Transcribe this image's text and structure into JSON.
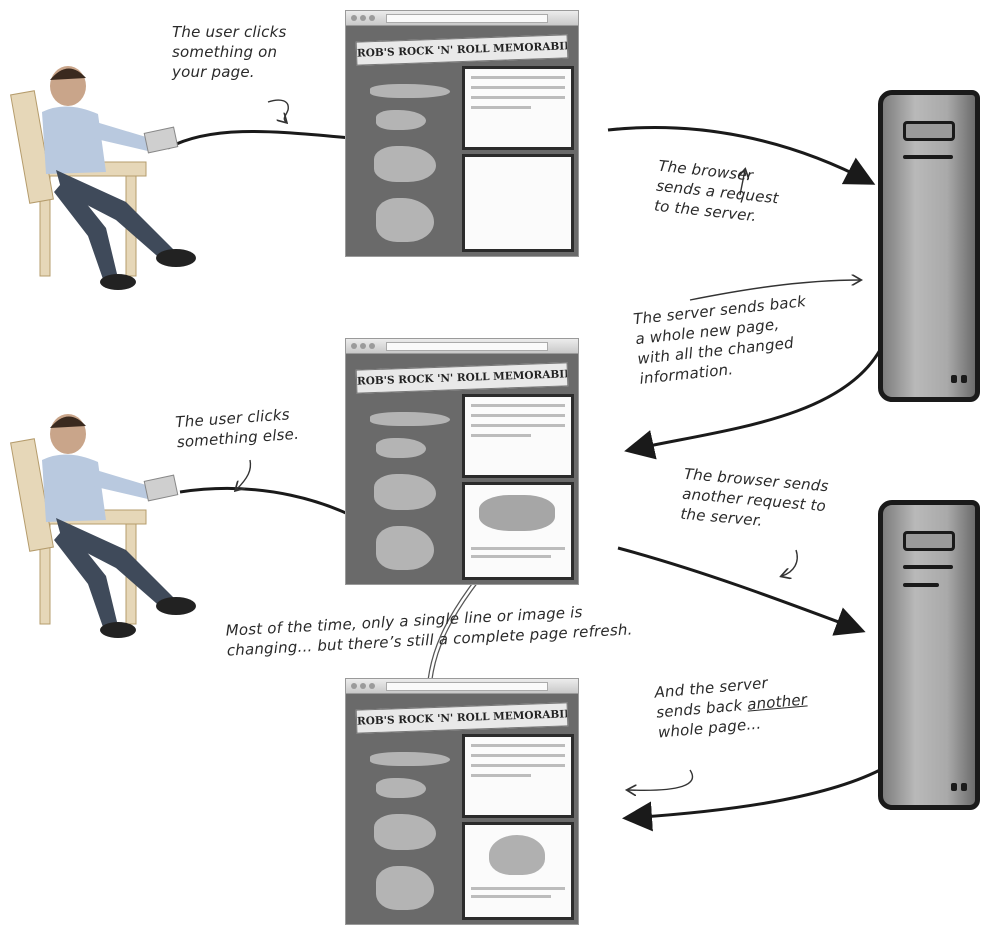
{
  "annotations": {
    "user_clicks_page": [
      "The user clicks",
      "something on",
      "your page."
    ],
    "browser_sends_request": [
      "The browser",
      "sends a request",
      "to the server."
    ],
    "server_sends_page": [
      "The server sends back",
      "a whole new page,",
      "with all the changed",
      "information."
    ],
    "user_clicks_else": [
      "The user clicks",
      "something else."
    ],
    "browser_sends_another": [
      "The browser sends",
      "another request to",
      "the server."
    ],
    "refresh_note": [
      "Most of the time, only a single line or image is",
      "changing... but there’s still a complete page refresh."
    ],
    "server_another_pre": "And the server",
    "server_another_mid": "sends back ",
    "server_another_underlined": "another",
    "server_another_end": "whole page..."
  },
  "screenshot_banner": "ROB'S ROCK 'N' ROLL MEMORABILIA",
  "colors": {
    "ink": "#1a1a1a",
    "page_bg": "#ffffff",
    "browser_body": "#6a6a6a"
  }
}
